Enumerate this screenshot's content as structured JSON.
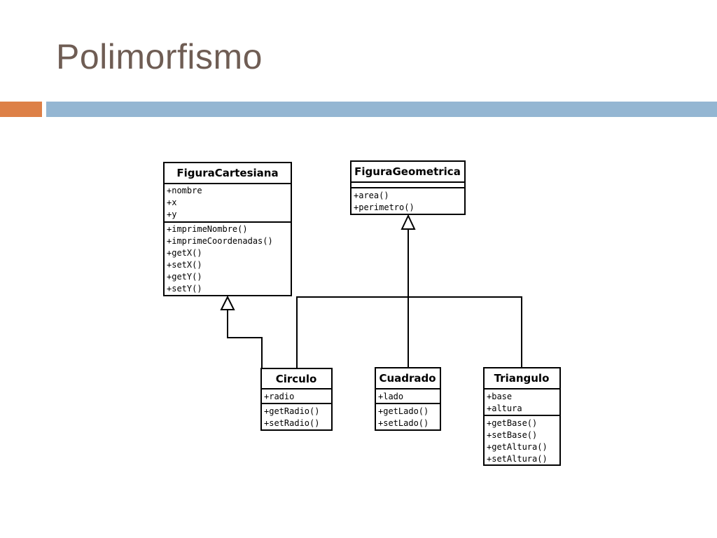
{
  "slide": {
    "title": "Polimorfismo"
  },
  "accent_colors": {
    "orange": "#dd8047",
    "blue": "#94b6d2",
    "title": "#6f5d54"
  },
  "diagram": {
    "classes": {
      "figura_cartesiana": {
        "name": "FiguraCartesiana",
        "attributes": [
          "+nombre",
          "+x",
          "+y"
        ],
        "methods": [
          "+imprimeNombre()",
          "+imprimeCoordenadas()",
          "+getX()",
          "+setX()",
          "+getY()",
          "+setY()"
        ]
      },
      "figura_geometrica": {
        "name": "FiguraGeometrica",
        "attributes": [],
        "methods": [
          "+area()",
          "+perimetro()"
        ]
      },
      "circulo": {
        "name": "Circulo",
        "attributes": [
          "+radio"
        ],
        "methods": [
          "+getRadio()",
          "+setRadio()"
        ]
      },
      "cuadrado": {
        "name": "Cuadrado",
        "attributes": [
          "+lado"
        ],
        "methods": [
          "+getLado()",
          "+setLado()"
        ]
      },
      "triangulo": {
        "name": "Triangulo",
        "attributes": [
          "+base",
          "+altura"
        ],
        "methods": [
          "+getBase()",
          "+setBase()",
          "+getAltura()",
          "+setAltura()"
        ]
      }
    },
    "relations": [
      {
        "type": "generalization",
        "from": "circulo",
        "to": "figura_cartesiana"
      },
      {
        "type": "generalization",
        "from": "circulo",
        "to": "figura_geometrica"
      },
      {
        "type": "generalization",
        "from": "cuadrado",
        "to": "figura_geometrica"
      },
      {
        "type": "generalization",
        "from": "triangulo",
        "to": "figura_geometrica"
      }
    ]
  }
}
